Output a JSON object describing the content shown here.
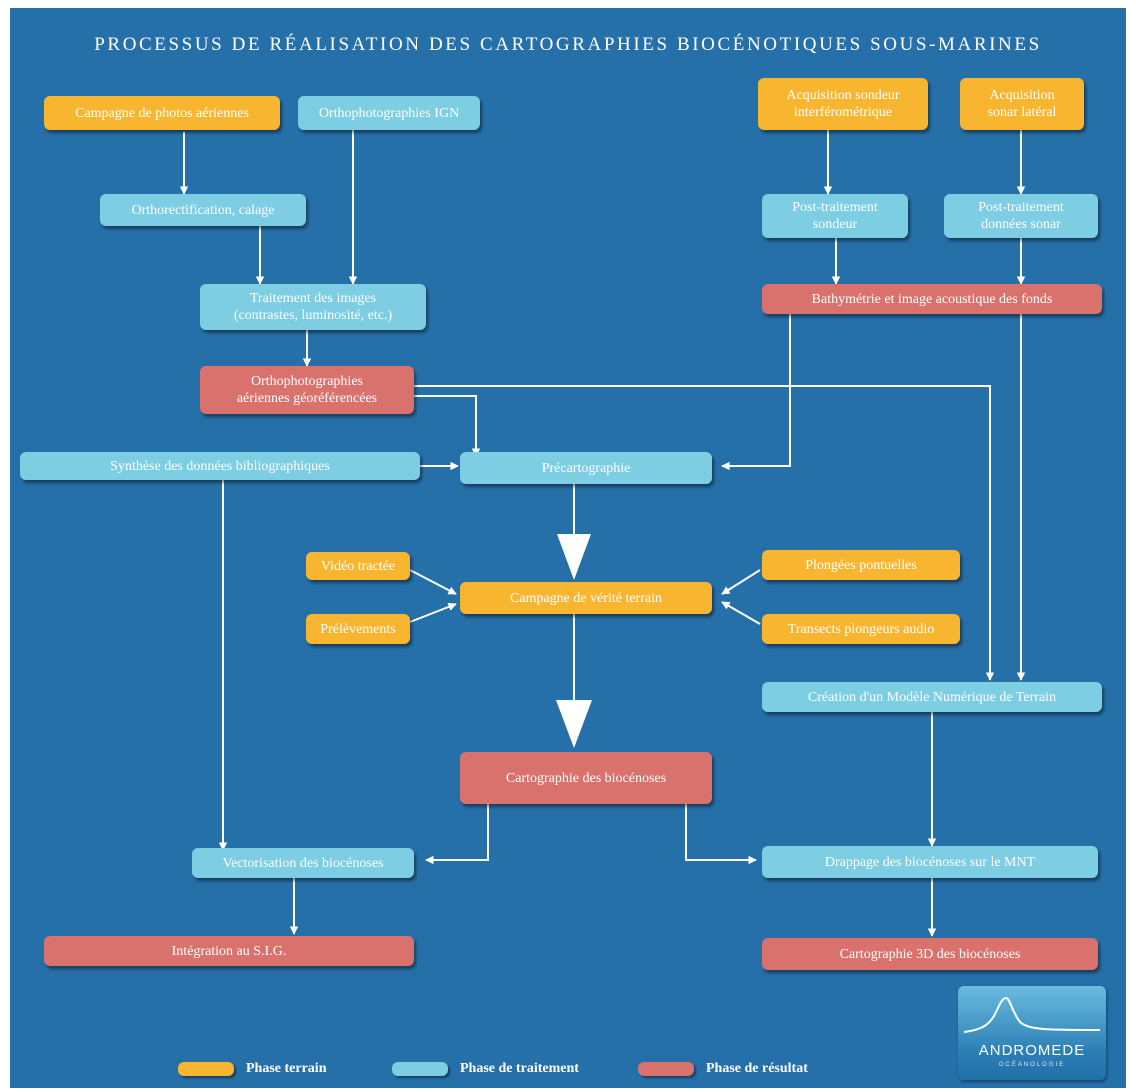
{
  "title": "PROCESSUS DE RÉALISATION DES CARTOGRAPHIES BIOCÉNOTIQUES SOUS-MARINES",
  "colors": {
    "background": "#2670aa",
    "terrain": "#f8b630",
    "traitement": "#7dcde3",
    "resultat": "#d9716c",
    "line": "#ffffff"
  },
  "nodes": {
    "campagne_photos": "Campagne de photos aériennes",
    "orthophoto_ign": "Orthophotographies IGN",
    "acq_sondeur": [
      "Acquisition sondeur",
      "interférométrique"
    ],
    "acq_sonar": [
      "Acquisition",
      "sonar latéral"
    ],
    "orthorectification": "Orthorectification, calage",
    "post_sondeur": [
      "Post-traitement",
      "sondeur"
    ],
    "post_sonar": [
      "Post-traitement",
      "données sonar"
    ],
    "traitement_images": [
      "Traitement des images",
      "(contrastes, luminosité, etc.)"
    ],
    "bathymetrie": "Bathymétrie et image acoustique des fonds",
    "ortho_georef": [
      "Orthophotographies",
      "aériennes géoréférencées"
    ],
    "synthese": "Synthèse des données bibliographiques",
    "precarto": "Précartographie",
    "video": "Vidéo tractée",
    "plongees": "Plongées pontuelles",
    "campagne_verite": "Campagne de vérité terrain",
    "prelevements": "Prélèvements",
    "transects": "Transects plongeurs audio",
    "mnt": "Création d'un Modèle Numérique de Terrain",
    "carto_bio": "Cartographie des biocénoses",
    "vectorisation": "Vectorisation des biocénoses",
    "drappage": "Drappage des biocénoses sur le MNT",
    "sig": "Intégration au S.I.G.",
    "carto3d": "Cartographie 3D des biocénoses"
  },
  "legend": [
    {
      "label": "Phase terrain",
      "color": "#f8b630"
    },
    {
      "label": "Phase de traitement",
      "color": "#7dcde3"
    },
    {
      "label": "Phase de résultat",
      "color": "#d9716c"
    }
  ],
  "logo": {
    "name": "ANDROMEDE",
    "sub": "OCÉANOLOGIE"
  }
}
